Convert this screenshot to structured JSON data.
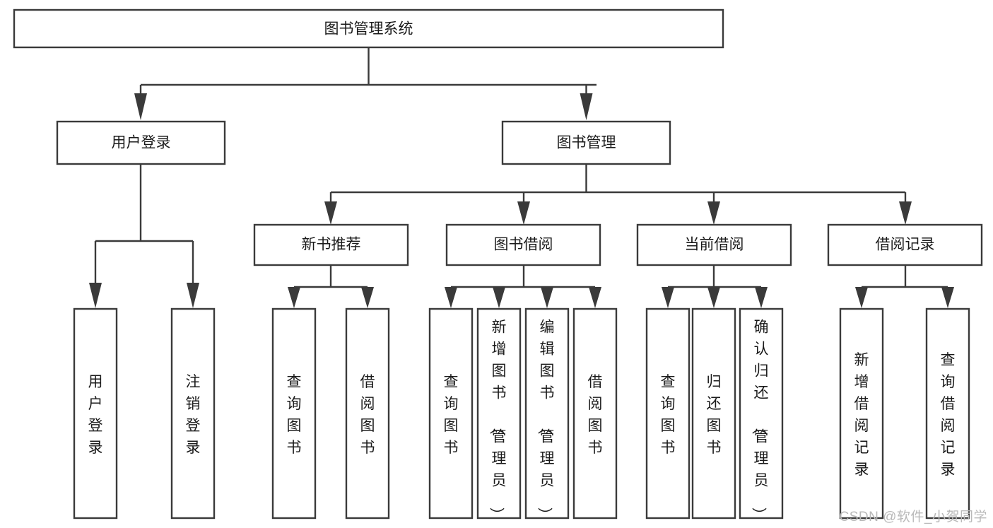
{
  "diagram": {
    "type": "hierarchy-tree",
    "title": "图书管理系统",
    "watermark": "CSDN @软件_小贺同学",
    "colors": {
      "stroke": "#3a3a3a",
      "fill": "#ffffff",
      "text": "#1a1a1a",
      "watermark": "#b9b9b9",
      "background": "#ffffff"
    },
    "levels": {
      "root_label": "图书管理系统",
      "level2": [
        {
          "id": "user-login",
          "label": "用户登录"
        },
        {
          "id": "book-management",
          "label": "图书管理"
        }
      ],
      "level3": [
        {
          "id": "new-book-recommend",
          "label": "新书推荐",
          "parent": "book-management"
        },
        {
          "id": "book-borrow",
          "label": "图书借阅",
          "parent": "book-management"
        },
        {
          "id": "current-borrow",
          "label": "当前借阅",
          "parent": "book-management"
        },
        {
          "id": "borrow-record",
          "label": "借阅记录",
          "parent": "book-management"
        }
      ],
      "leaves": [
        {
          "id": "leaf-user-login",
          "label": "用户登录",
          "parent": "user-login"
        },
        {
          "id": "leaf-logout",
          "label": "注销登录",
          "parent": "user-login"
        },
        {
          "id": "leaf-query-book-1",
          "label": "查询图书",
          "parent": "new-book-recommend"
        },
        {
          "id": "leaf-borrow-book-1",
          "label": "借阅图书",
          "parent": "new-book-recommend"
        },
        {
          "id": "leaf-query-book-2",
          "label": "查询图书",
          "parent": "book-borrow"
        },
        {
          "id": "leaf-add-book",
          "label": "新增图书（管理员）",
          "parent": "book-borrow"
        },
        {
          "id": "leaf-edit-book",
          "label": "编辑图书（管理员）",
          "parent": "book-borrow"
        },
        {
          "id": "leaf-borrow-book-2",
          "label": "借阅图书",
          "parent": "book-borrow"
        },
        {
          "id": "leaf-query-book-3",
          "label": "查询图书",
          "parent": "current-borrow"
        },
        {
          "id": "leaf-return-book",
          "label": "归还图书",
          "parent": "current-borrow"
        },
        {
          "id": "leaf-confirm-return",
          "label": "确认归还（管理员）",
          "parent": "current-borrow"
        },
        {
          "id": "leaf-add-record",
          "label": "新增借阅记录",
          "parent": "borrow-record"
        },
        {
          "id": "leaf-query-record",
          "label": "查询借阅记录",
          "parent": "borrow-record"
        }
      ]
    }
  }
}
